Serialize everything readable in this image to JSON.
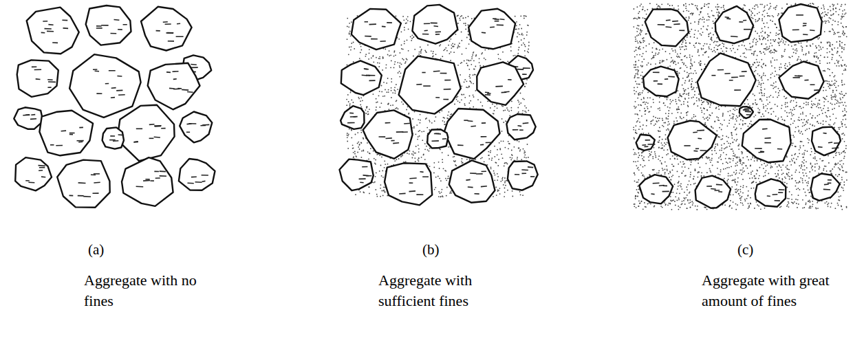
{
  "diagram": {
    "labels": [
      "(a)",
      "(b)",
      "(c)",
      "Aggregate with no fines",
      "Aggregate with sufficient fines",
      "Aggregate with great amount of fines"
    ]
  }
}
